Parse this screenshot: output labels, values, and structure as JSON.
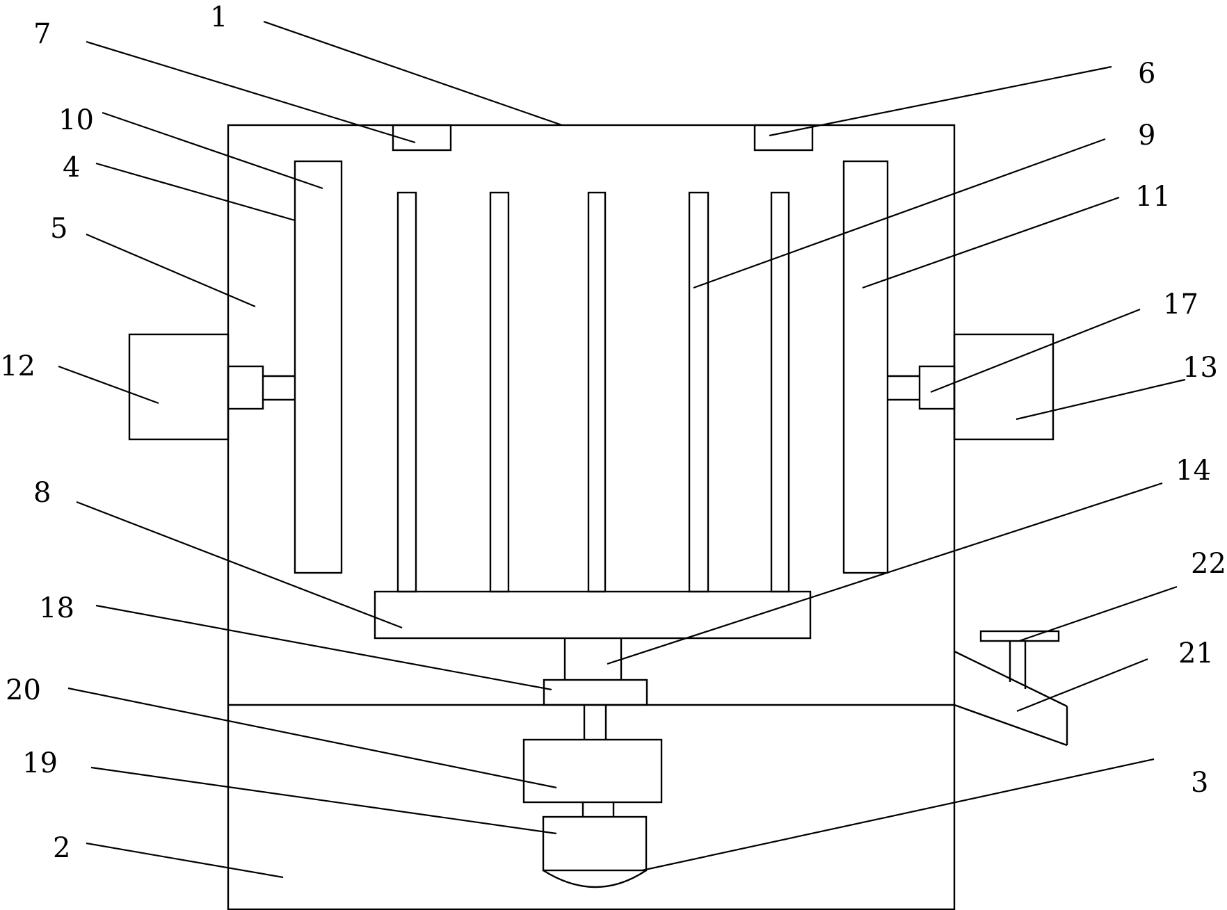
{
  "figure": {
    "labels": {
      "l1": "1",
      "l2": "2",
      "l3": "3",
      "l4": "4",
      "l5": "5",
      "l6": "6",
      "l7": "7",
      "l8": "8",
      "l9": "9",
      "l10": "10",
      "l11": "11",
      "l12": "12",
      "l13": "13",
      "l14": "14",
      "l17": "17",
      "l18": "18",
      "l19": "19",
      "l20": "20",
      "l21": "21",
      "l22": "22"
    },
    "colors": {
      "stroke": "#000000",
      "background": "#ffffff"
    }
  }
}
